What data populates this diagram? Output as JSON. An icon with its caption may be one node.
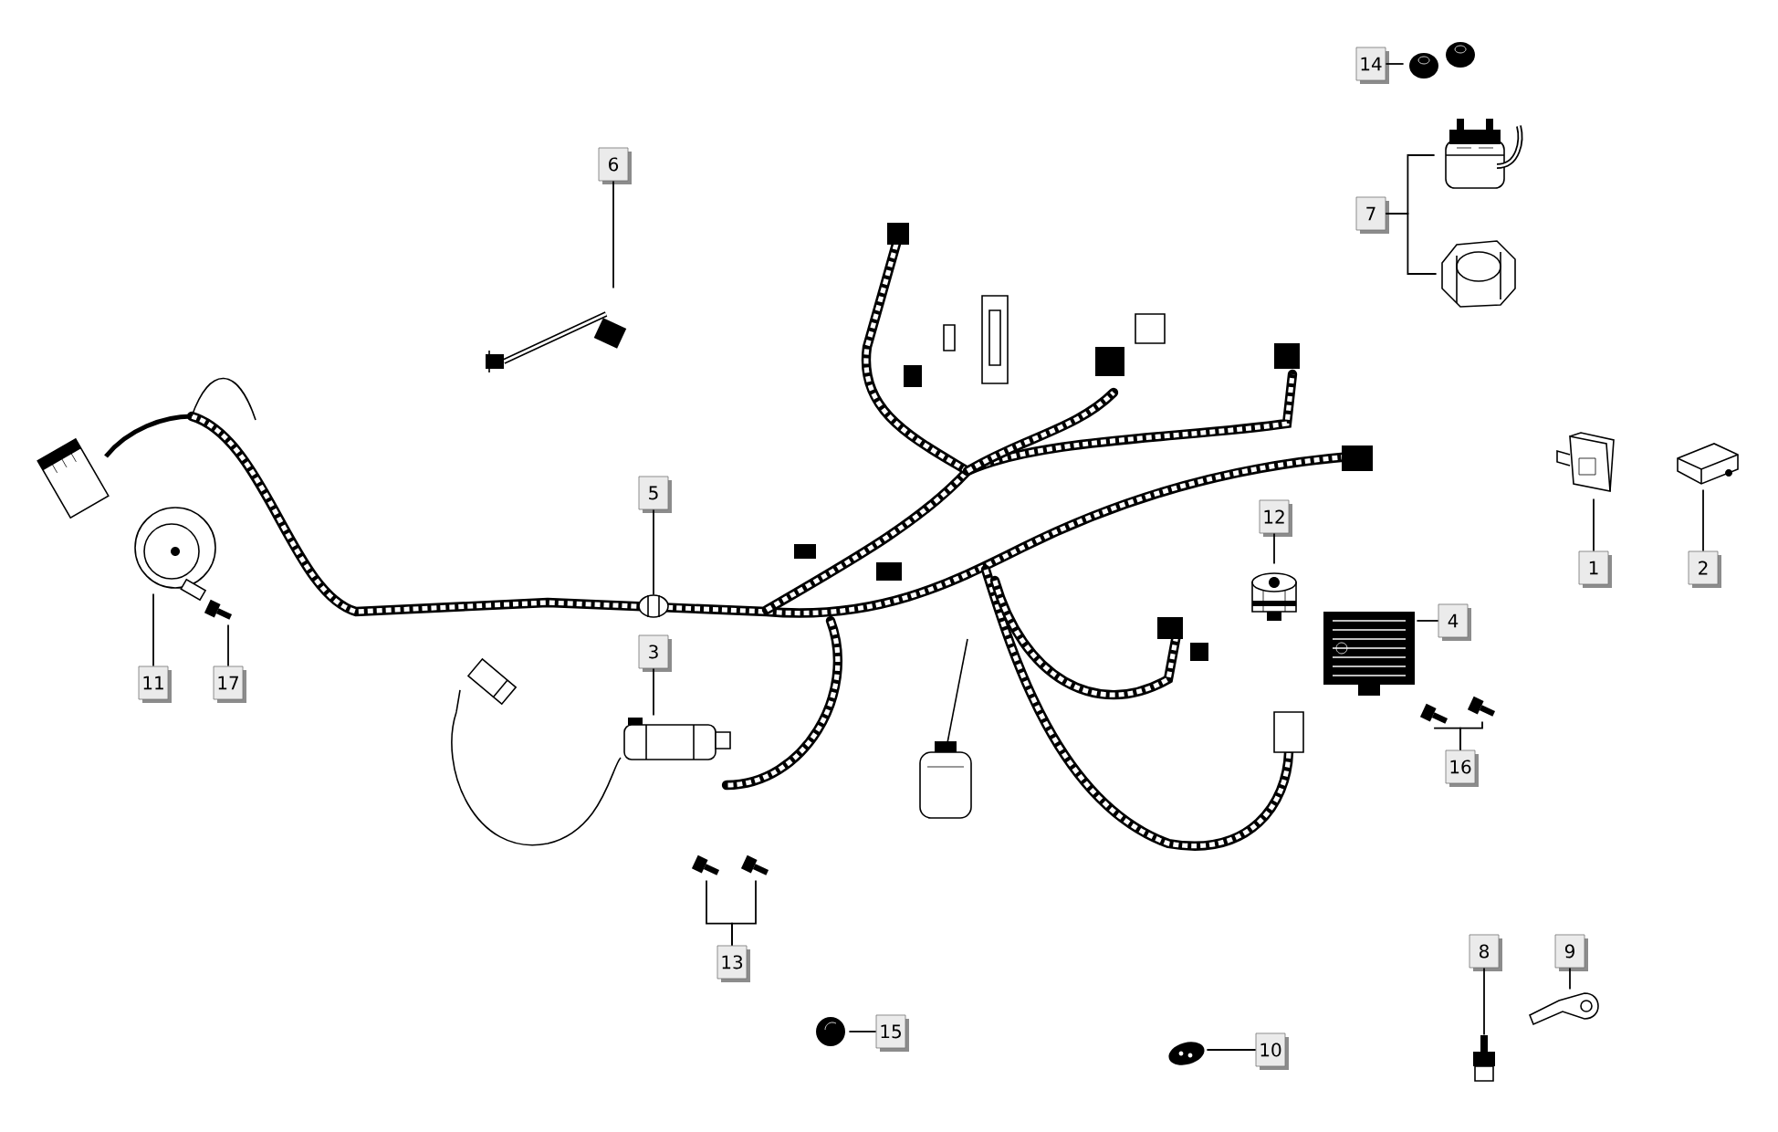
{
  "diagram": {
    "nodes": [
      {
        "text": [
          "1"
        ]
      },
      {
        "text": [
          "2"
        ]
      },
      {
        "text": [
          "3"
        ]
      },
      {
        "text": [
          "4"
        ]
      },
      {
        "text": [
          "5"
        ]
      },
      {
        "text": [
          "6"
        ]
      },
      {
        "text": [
          "7"
        ]
      },
      {
        "text": [
          "8"
        ]
      },
      {
        "text": [
          "9"
        ]
      },
      {
        "text": [
          "10"
        ]
      },
      {
        "text": [
          "11"
        ]
      },
      {
        "text": [
          "12"
        ]
      },
      {
        "text": [
          "13"
        ]
      },
      {
        "text": [
          "14"
        ]
      },
      {
        "text": [
          "15"
        ]
      },
      {
        "text": [
          "16"
        ]
      },
      {
        "text": [
          "17"
        ]
      },
      {
        "text": [],
        "shape": "picture"
      },
      {
        "text": [],
        "shape": "picture"
      },
      {
        "text": [],
        "shape": "picture"
      },
      {
        "text": [],
        "shape": "picture"
      },
      {
        "text": [],
        "shape": "picture"
      },
      {
        "text": [],
        "shape": "picture"
      },
      {
        "text": [],
        "shape": "picture"
      },
      {
        "text": [],
        "shape": "picture"
      },
      {
        "text": [],
        "shape": "picture"
      },
      {
        "text": [],
        "shape": "picture"
      },
      {
        "text": [],
        "shape": "picture"
      },
      {
        "text": [],
        "shape": "picture"
      },
      {
        "text": [],
        "shape": "picture"
      },
      {
        "text": [],
        "shape": "picture"
      },
      {
        "text": [],
        "shape": "picture"
      },
      {
        "text": [],
        "shape": "picture"
      },
      {
        "text": [],
        "shape": "picture"
      },
      {
        "text": [],
        "shape": "picture"
      },
      {
        "text": [],
        "shape": "picture"
      },
      {
        "text": [],
        "shape": "picture"
      }
    ],
    "edges": [
      {
        "from": 0,
        "to": 17,
        "arrow": "none"
      },
      {
        "from": 1,
        "to": 18,
        "arrow": "none"
      },
      {
        "from": 2,
        "to": 19,
        "arrow": "none"
      },
      {
        "from": 3,
        "to": 20,
        "arrow": "none"
      },
      {
        "from": 4,
        "to": 21,
        "arrow": "none"
      },
      {
        "from": 5,
        "to": 22,
        "arrow": "none"
      },
      {
        "from": 6,
        "to": 23,
        "arrow": "none"
      },
      {
        "from": 6,
        "to": 24,
        "arrow": "none"
      },
      {
        "from": 7,
        "to": 25,
        "arrow": "none"
      },
      {
        "from": 8,
        "to": 26,
        "arrow": "none"
      },
      {
        "from": 9,
        "to": 27,
        "arrow": "none"
      },
      {
        "from": 10,
        "to": 28,
        "arrow": "none"
      },
      {
        "from": 11,
        "to": 29,
        "arrow": "none"
      },
      {
        "from": 12,
        "to": 30,
        "arrow": "none"
      },
      {
        "from": 12,
        "to": 31,
        "arrow": "none"
      },
      {
        "from": 13,
        "to": 32,
        "arrow": "none"
      },
      {
        "from": 14,
        "to": 33,
        "arrow": "none"
      },
      {
        "from": 15,
        "to": 34,
        "arrow": "none"
      },
      {
        "from": 15,
        "to": 35,
        "arrow": "none"
      },
      {
        "from": 16,
        "to": 36,
        "arrow": "none"
      }
    ]
  }
}
